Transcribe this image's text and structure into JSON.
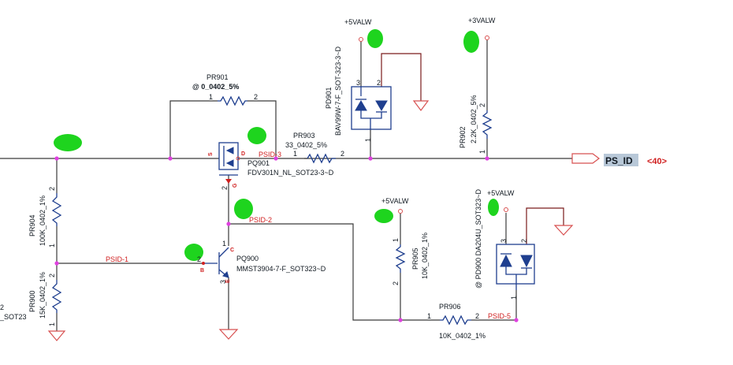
{
  "rails": {
    "pd901_rail": "+5VALW",
    "pr902_rail": "+3VALW",
    "pr905_rail": "+5VALW",
    "pd900_rail": "+5VALW"
  },
  "nets": {
    "psid3": "PSID-3",
    "psid2": "PSID-2",
    "psid1": "PSID-1",
    "psid5": "PSID-5"
  },
  "connector": {
    "name": "PS_ID",
    "ref": "<40>"
  },
  "parts": {
    "pr901": {
      "ref": "PR901",
      "value": "@ 0_0402_5%",
      "pin1": "1",
      "pin2": "2"
    },
    "pr903": {
      "ref": "PR903",
      "value": "33_0402_5%",
      "pin1": "1",
      "pin2": "2"
    },
    "pq901": {
      "ref": "PQ901",
      "value": "FDV301N_NL_SOT23-3~D",
      "pin_s": "S",
      "pin_d": "D",
      "pin_g": "G",
      "pin2": "2"
    },
    "pd901": {
      "ref": "PD901",
      "value": "BAV99W-7-F_SOT-323-3~D",
      "pin1": "1",
      "pin2": "2",
      "pin3": "3"
    },
    "pr902": {
      "ref": "PR902",
      "value": "2.2K_0402_5%",
      "pin1": "1",
      "pin2": "2"
    },
    "pr904": {
      "ref": "PR904",
      "value": "100K_0402_1%",
      "pin1": "1",
      "pin2": "2"
    },
    "pr900": {
      "ref": "PR900",
      "value": "15K_0402_1%",
      "pin1": "1",
      "pin2": "2"
    },
    "pq900": {
      "ref": "PQ900",
      "value": "MMST3904-7-F_SOT323~D",
      "pin1": "1",
      "pin2": "2",
      "pin3": "3",
      "pin_b": "B",
      "pin_c": "C",
      "pin_e": "E"
    },
    "pr905": {
      "ref": "PR905",
      "value": "10K_0402_1%",
      "pin1": "1",
      "pin2": "2"
    },
    "pr906": {
      "ref": "PR906",
      "value": "10K_0402_1%",
      "pin1": "1",
      "pin2": "2"
    },
    "pd900": {
      "ref": "PD900",
      "value": "@ PD900 DA204U_SOT323~D",
      "pin1": "1",
      "pin2": "2",
      "pin3": "3"
    }
  },
  "edge_fragments": {
    "left_a": "2",
    "left_b": "_SOT23"
  }
}
